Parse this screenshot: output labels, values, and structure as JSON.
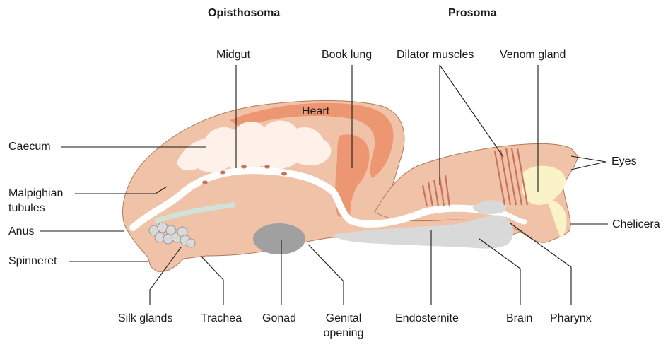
{
  "headers": {
    "opisthosoma": "Opisthosoma",
    "prosoma": "Prosoma"
  },
  "labels": {
    "midgut": "Midgut",
    "book_lung": "Book lung",
    "dilator_muscles": "Dilator muscles",
    "venom_gland": "Venom gland",
    "heart": "Heart",
    "caecum": "Caecum",
    "eyes": "Eyes",
    "malpighian_line1": "Malpighian",
    "malpighian_line2": "tubules",
    "anus": "Anus",
    "chelicera": "Chelicera",
    "spinneret": "Spinneret",
    "silk_glands": "Silk glands",
    "trachea": "Trachea",
    "gonad": "Gonad",
    "genital_line1": "Genital",
    "genital_line2": "opening",
    "endosternite": "Endosternite",
    "brain": "Brain",
    "pharynx": "Pharynx"
  },
  "colors": {
    "body": "#f0c3a8",
    "body_outline": "#b07a5a",
    "heart": "#ec9772",
    "heart_dark": "#e8825e",
    "caecum": "#fdf1ea",
    "gut_white": "#ffffff",
    "venom": "#fbf3c8",
    "brain_gray": "#d9d9d9",
    "gonad_gray": "#9a9a9a",
    "muscle": "#c8735a",
    "trachea_green": "#cfe3d8",
    "line": "#1a1a1a"
  }
}
